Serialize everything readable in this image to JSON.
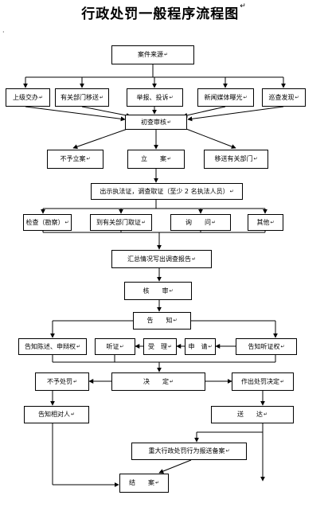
{
  "title": "行政处罚一般程序流程图",
  "paragraph_mark": "↵",
  "margin_dot": "·",
  "nodes": {
    "source": "案件来源",
    "superior": "上级交办",
    "transfer_dept": "有关部门移送",
    "report": "举报、投诉",
    "media": "新闻媒体曝光",
    "inspection": "巡查发现",
    "initial_review": "初查审核",
    "no_filing": "不予立案",
    "filing": "立　　案",
    "transfer_other": "移送有关部门",
    "show_cert": "出示执法证，调查取证（至少 2 名执法人员）",
    "check": "检查（勘察）",
    "collect": "到有关部门取证",
    "inquiry": "询　　问",
    "other": "其他",
    "summary": "汇总情况写出调查报告",
    "approval": "核　　审",
    "notify": "告　　知",
    "notify_defense": "告知陈述、申辩权",
    "hearing": "听证",
    "accept": "受　理",
    "apply": "申　请",
    "notify_hearing": "告知听证权",
    "no_penalty": "不予处罚",
    "decide": "决　　定",
    "penalty_decision": "作出处罚决定",
    "notify_party": "告知相对人",
    "deliver": "送　　达",
    "major_report": "重大行政处罚行为报送备案",
    "close": "结　　案"
  }
}
